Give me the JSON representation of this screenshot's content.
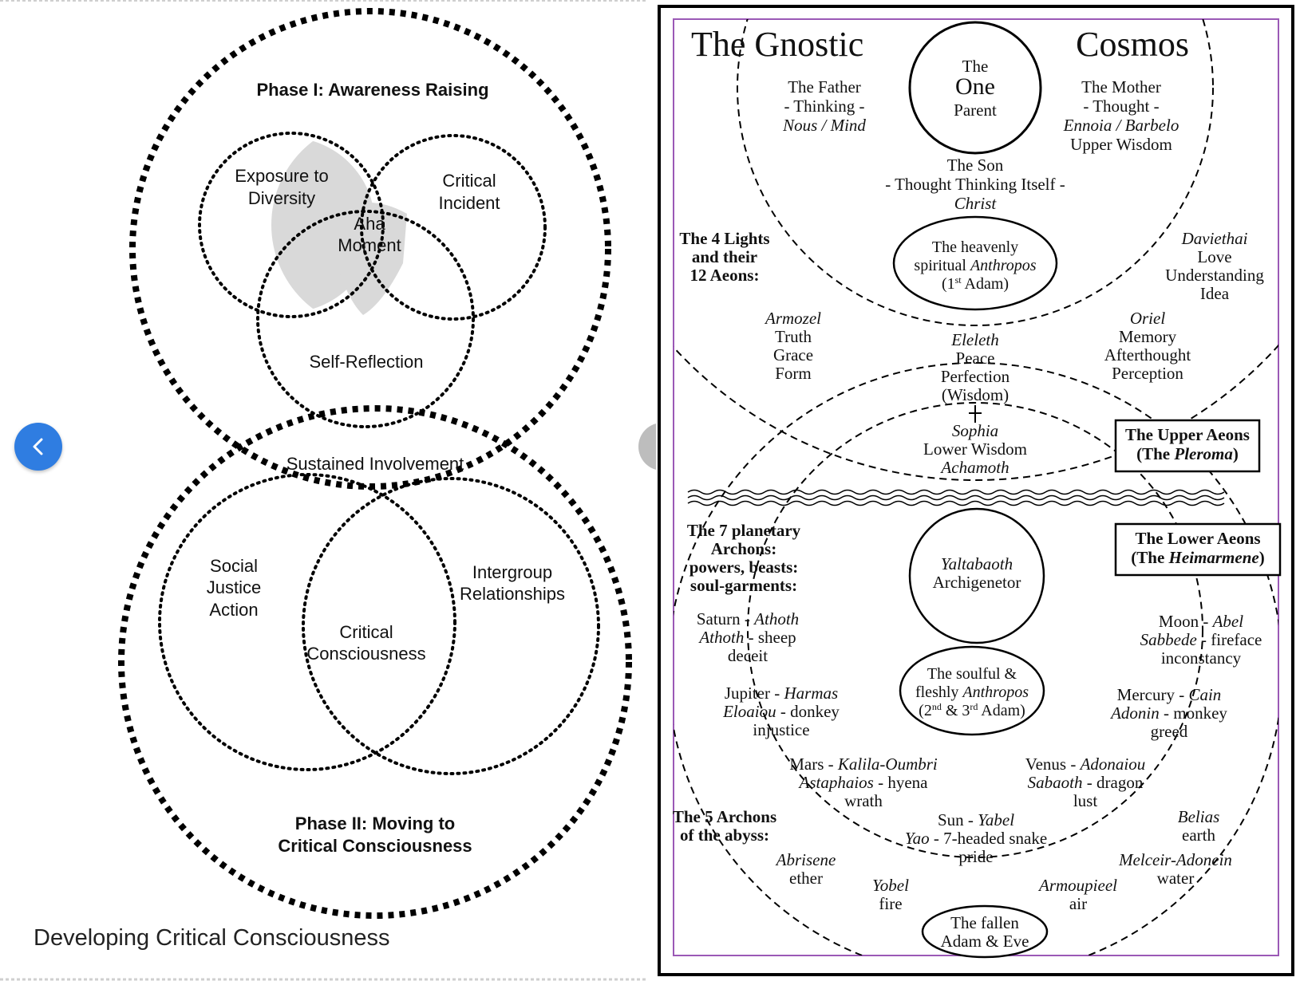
{
  "left_panel": {
    "caption": "Developing Critical Consciousness",
    "diagram": {
      "phase1": "Phase I: Awareness Raising",
      "exposure": [
        "Exposure to",
        "Diversity"
      ],
      "incident": [
        "Critical",
        "Incident"
      ],
      "aha": [
        "Aha",
        "Moment"
      ],
      "self_reflection": "Self-Reflection",
      "sustained": "Sustained Involvement",
      "social": [
        "Social",
        "Justice",
        "Action"
      ],
      "intergroup": [
        "Intergroup",
        "Relationships"
      ],
      "critical_consciousness": [
        "Critical",
        "Consciousness"
      ],
      "phase2": [
        "Phase II: Moving to",
        "Critical Consciousness"
      ]
    }
  },
  "right_panel": {
    "title_left": "The Gnostic",
    "title_right": "Cosmos",
    "one_parent": [
      "The",
      "One",
      "Parent"
    ],
    "father": [
      "The Father",
      "- Thinking -",
      "Nous / Mind"
    ],
    "mother": [
      "The Mother",
      "- Thought -",
      "Ennoia / Barbelo",
      "Upper Wisdom"
    ],
    "son": [
      "The Son",
      "- Thought Thinking Itself -",
      "Christ"
    ],
    "anthropos1": [
      "The heavenly",
      "spiritual",
      "Anthropos",
      "(1",
      "st",
      " Adam)"
    ],
    "four_lights": [
      "The 4 Lights",
      "and their",
      "12 Aeons:"
    ],
    "daviethai": [
      "Daviethai",
      "Love",
      "Understanding",
      "Idea"
    ],
    "armozel": [
      "Armozel",
      "Truth",
      "Grace",
      "Form"
    ],
    "eleleth": [
      "Eleleth",
      "Peace",
      "Perfection",
      "(Wisdom)"
    ],
    "oriel": [
      "Oriel",
      "Memory",
      "Afterthought",
      "Perception"
    ],
    "sophia": [
      "Sophia",
      "Lower Wisdom",
      "Achamoth"
    ],
    "upper_aeons": [
      "The Upper Aeons",
      "(The ",
      "Pleroma",
      ")"
    ],
    "lower_aeons": [
      "The Lower Aeons",
      "(The ",
      "Heimarmene",
      ")"
    ],
    "yaltabaoth": [
      "Yaltabaoth",
      "Archigenetor"
    ],
    "seven_archons": [
      "The 7 planetary",
      "Archons:",
      "powers, beasts:",
      "soul-garments:"
    ],
    "saturn": [
      "Saturn - ",
      "Athoth",
      "Athoth",
      " - sheep",
      "deceit"
    ],
    "jupiter": [
      "Jupiter - ",
      "Harmas",
      "Eloaiou",
      " - donkey",
      "injustice"
    ],
    "moon": [
      "Moon - ",
      "Abel",
      "Sabbede",
      " - fireface",
      "inconstancy"
    ],
    "mercury": [
      "Mercury - ",
      "Cain",
      "Adonin",
      " - monkey",
      "greed"
    ],
    "anthropos2": [
      "The soulful &",
      "fleshly",
      "Anthropos",
      "(2",
      "nd",
      " & 3",
      "rd",
      " Adam)"
    ],
    "mars": [
      "Mars - ",
      "Kalila-Oumbri",
      "Astaphaios",
      " - hyena",
      "wrath"
    ],
    "venus": [
      "Venus - ",
      "Adonaiou",
      "Sabaoth",
      " - dragon",
      "lust"
    ],
    "sun": [
      "Sun - ",
      "Yabel",
      "Yao",
      " - 7-headed snake",
      "pride"
    ],
    "five_archons": [
      "The 5 Archons",
      "of the abyss:"
    ],
    "abrisene": [
      "Abrisene",
      "ether"
    ],
    "yobel": [
      "Yobel",
      "fire"
    ],
    "armoupieel": [
      "Armoupieel",
      "air"
    ],
    "belias": [
      "Belias",
      "earth"
    ],
    "melceir": [
      "Melceir-Adonein",
      "water"
    ],
    "fallen": [
      "The fallen",
      "Adam & Eve"
    ]
  },
  "ui": {
    "prev_icon": "chevron-left-icon",
    "accent_color": "#2f7de1",
    "frame_color": "#9b59b6"
  }
}
